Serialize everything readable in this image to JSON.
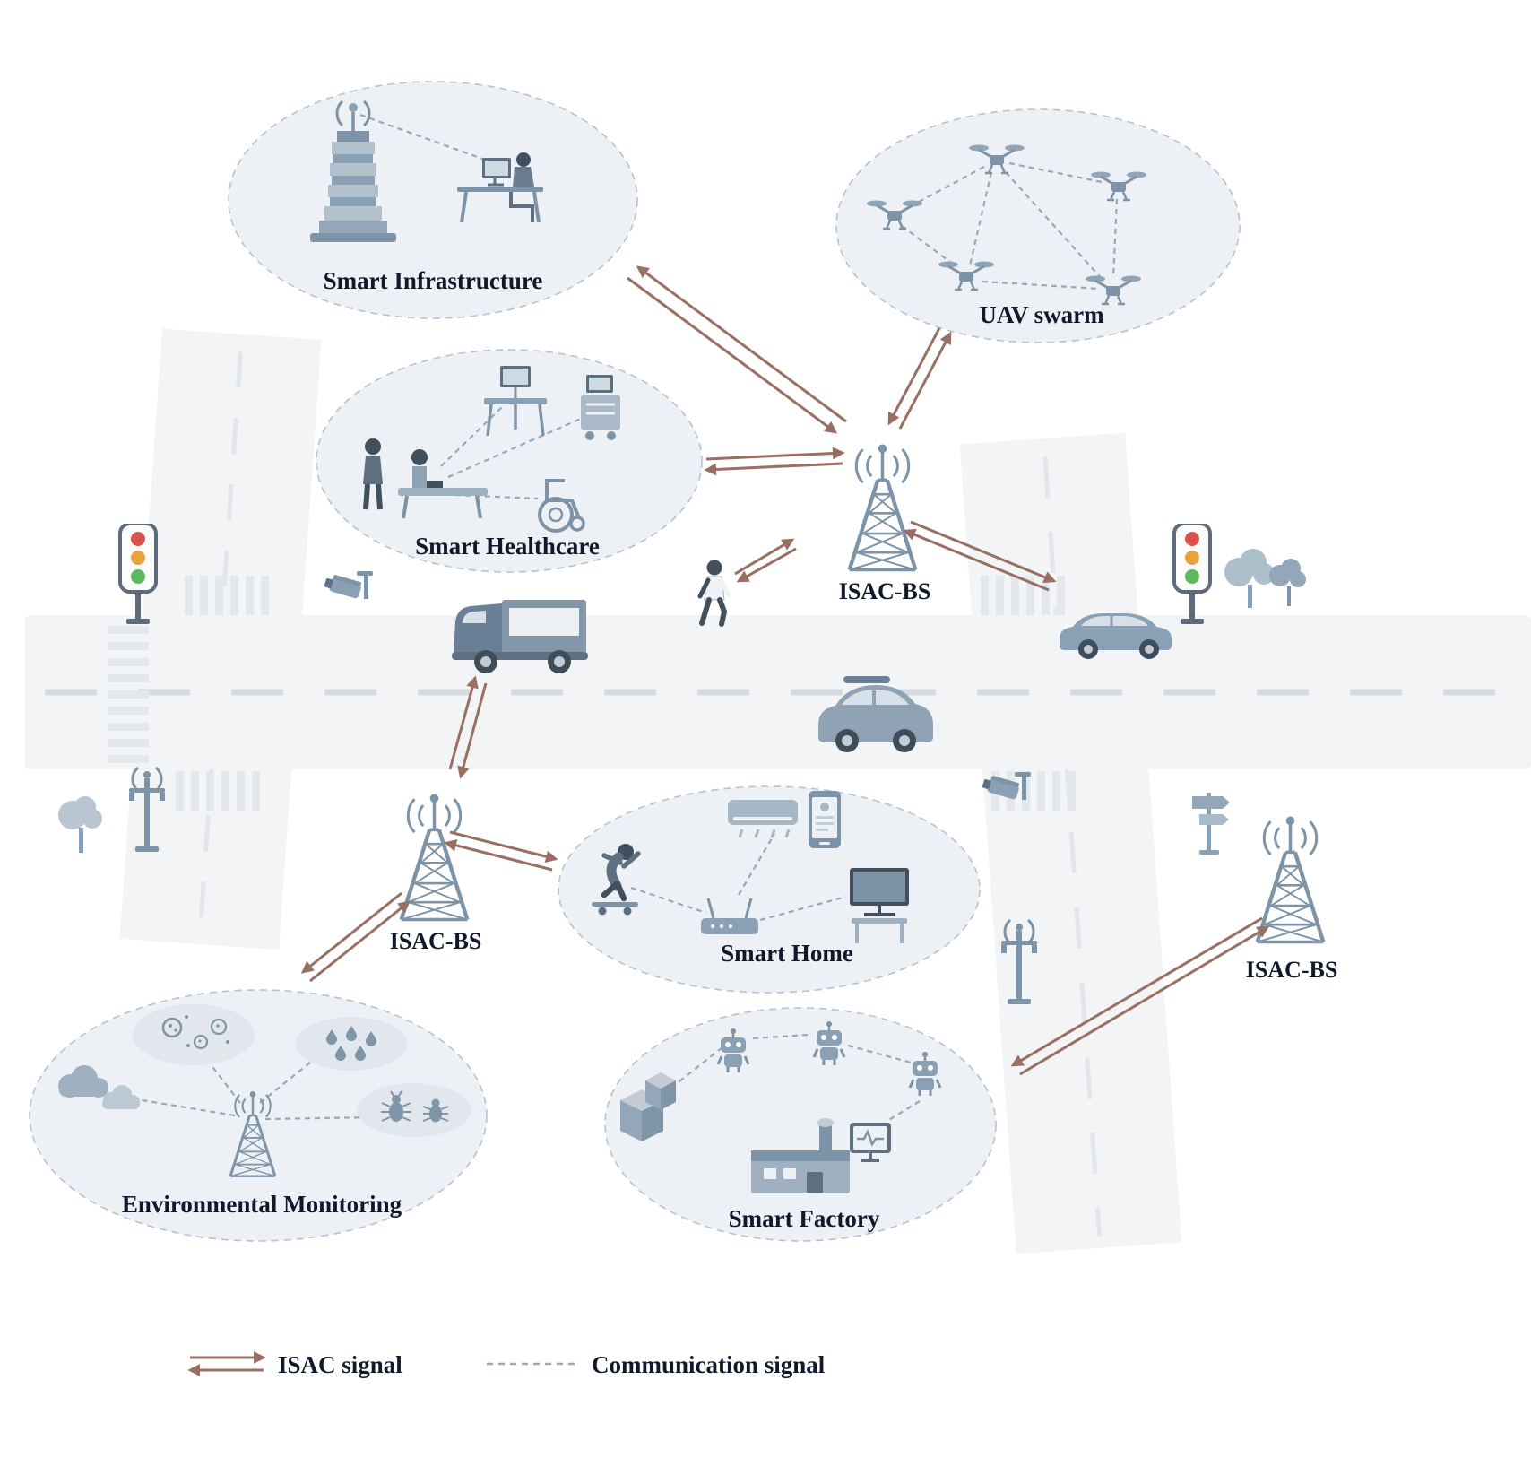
{
  "diagram": {
    "clusters": [
      {
        "id": "smart-infrastructure",
        "label": "Smart Infrastructure"
      },
      {
        "id": "uav-swarm",
        "label": "UAV swarm"
      },
      {
        "id": "smart-healthcare",
        "label": "Smart Healthcare"
      },
      {
        "id": "smart-home",
        "label": "Smart Home"
      },
      {
        "id": "environmental-monitoring",
        "label": "Environmental Monitoring"
      },
      {
        "id": "smart-factory",
        "label": "Smart Factory"
      }
    ],
    "base_stations": [
      {
        "id": "isac-bs-center",
        "label": "ISAC-BS"
      },
      {
        "id": "isac-bs-left",
        "label": "ISAC-BS"
      },
      {
        "id": "isac-bs-right",
        "label": "ISAC-BS"
      }
    ],
    "legend": {
      "isac_signal_label": "ISAC signal",
      "communication_signal_label": "Communication signal"
    },
    "colors": {
      "isac_signal_arrow": "#996F63",
      "communication_dashed": "#97A8B8",
      "icon_steel_blue": "#7D93A8",
      "cluster_fill": "#EDF0F4",
      "cluster_border": "#B9C2CC",
      "road_fill": "#F3F4F6",
      "label_text": "#10192B"
    },
    "icons": [
      "base-station-tower-icon",
      "drone-icon",
      "building-antenna-icon",
      "person-at-desk-icon",
      "hospital-bed-icon",
      "medical-monitor-icon",
      "medical-cart-icon",
      "wheelchair-icon",
      "air-conditioner-icon",
      "smartphone-icon",
      "wifi-router-icon",
      "television-icon",
      "person-skateboard-icon",
      "cloud-icon",
      "raindrops-icon",
      "bacteria-icon",
      "insects-icon",
      "robot-icon",
      "factory-icon",
      "warehouse-boxes-icon",
      "dashboard-monitor-icon",
      "traffic-light-icon",
      "surveillance-camera-icon",
      "delivery-truck-icon",
      "suv-car-icon",
      "sedan-car-icon",
      "pedestrian-icon",
      "tree-icon",
      "smart-lamp-pole-icon",
      "road-sign-icon"
    ]
  }
}
